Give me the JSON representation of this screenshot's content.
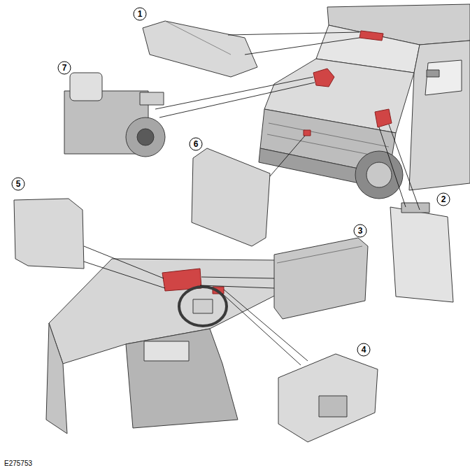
{
  "diagram": {
    "labels": [
      "1",
      "2",
      "3",
      "4",
      "5",
      "6",
      "7",
      "E275753"
    ]
  }
}
